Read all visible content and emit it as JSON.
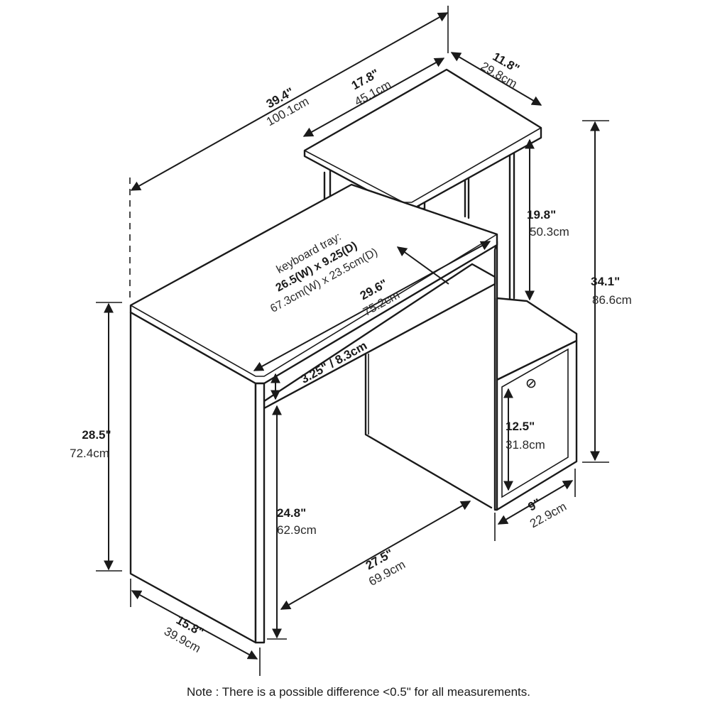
{
  "dimensions": {
    "overall_width": {
      "imperial": "39.4\"",
      "metric": "100.1cm"
    },
    "shelf_width": {
      "imperial": "17.8\"",
      "metric": "45.1cm"
    },
    "shelf_depth": {
      "imperial": "11.8\"",
      "metric": "29.8cm"
    },
    "shelf_clearance": {
      "imperial": "19.8\"",
      "metric": "50.3cm"
    },
    "overall_height": {
      "imperial": "34.1\"",
      "metric": "86.6cm"
    },
    "desk_height": {
      "imperial": "28.5\"",
      "metric": "72.4cm"
    },
    "desk_width": {
      "imperial": "29.6\"",
      "metric": "75.2cm"
    },
    "tray_gap": {
      "label": "3.25\" / 8.3cm"
    },
    "knee_height": {
      "imperial": "24.8\"",
      "metric": "62.9cm"
    },
    "knee_width": {
      "imperial": "27.5\"",
      "metric": "69.9cm"
    },
    "desk_depth": {
      "imperial": "15.8\"",
      "metric": "39.9cm"
    },
    "cabinet_height": {
      "imperial": "12.5\"",
      "metric": "31.8cm"
    },
    "cabinet_width": {
      "imperial": "9\"",
      "metric": "22.9cm"
    }
  },
  "keyboard_tray": {
    "title": "keyboard tray:",
    "imperial": "26.5(W) x 9.25(D)",
    "metric": "67.3cm(W) x 23.5cm(D)"
  },
  "note": "Note : There is a possible difference <0.5\" for all measurements."
}
